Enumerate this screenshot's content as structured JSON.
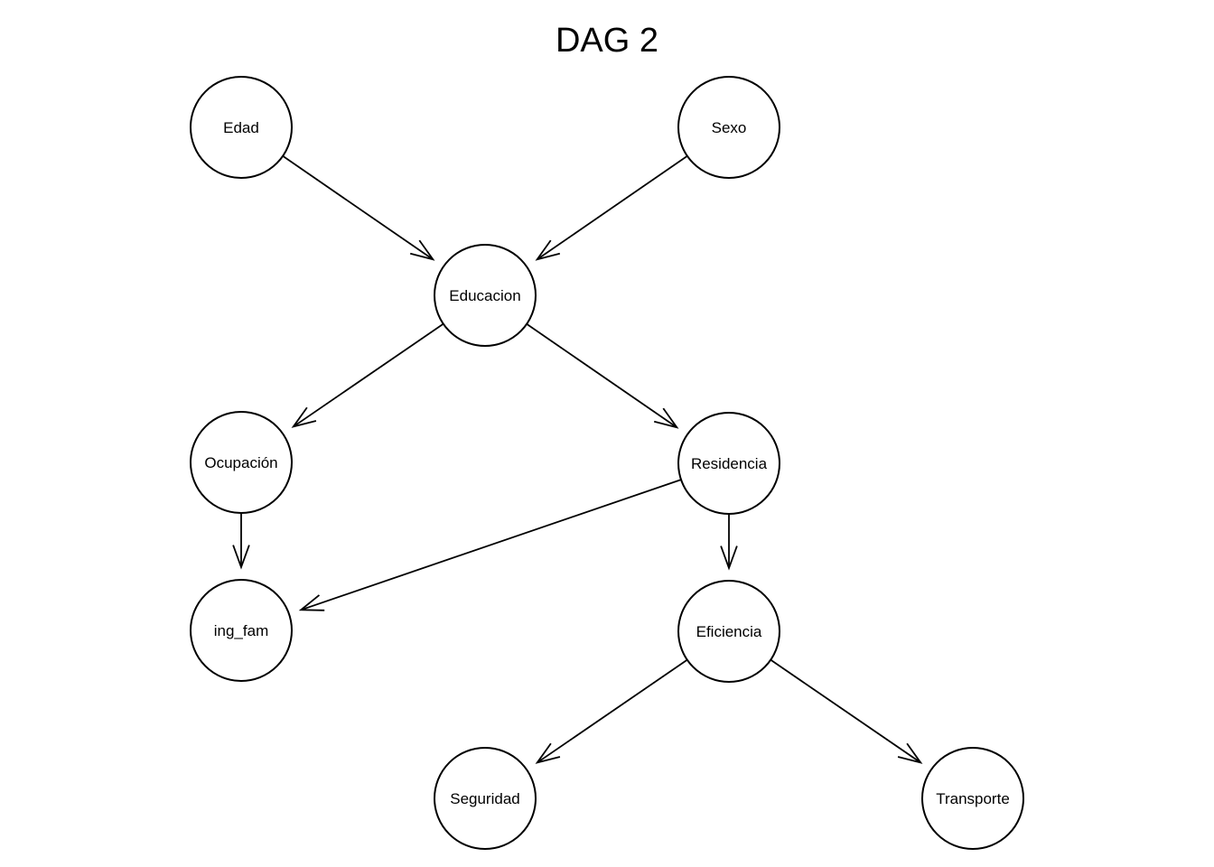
{
  "title": "DAG 2",
  "nodes": [
    {
      "id": "edad",
      "label": "Edad"
    },
    {
      "id": "sexo",
      "label": "Sexo"
    },
    {
      "id": "educacion",
      "label": "Educacion"
    },
    {
      "id": "ocupacion",
      "label": "Ocupación"
    },
    {
      "id": "residencia",
      "label": "Residencia"
    },
    {
      "id": "ing_fam",
      "label": "ing_fam"
    },
    {
      "id": "eficiencia",
      "label": "Eficiencia"
    },
    {
      "id": "seguridad",
      "label": "Seguridad"
    },
    {
      "id": "transporte",
      "label": "Transporte"
    }
  ],
  "edges": [
    {
      "from": "edad",
      "to": "educacion"
    },
    {
      "from": "sexo",
      "to": "educacion"
    },
    {
      "from": "educacion",
      "to": "ocupacion"
    },
    {
      "from": "educacion",
      "to": "residencia"
    },
    {
      "from": "ocupacion",
      "to": "ing_fam"
    },
    {
      "from": "residencia",
      "to": "ing_fam"
    },
    {
      "from": "residencia",
      "to": "eficiencia"
    },
    {
      "from": "eficiencia",
      "to": "seguridad"
    },
    {
      "from": "eficiencia",
      "to": "transporte"
    }
  ],
  "colors": {
    "stroke": "#000000",
    "fill": "#ffffff",
    "background": "#ffffff"
  }
}
